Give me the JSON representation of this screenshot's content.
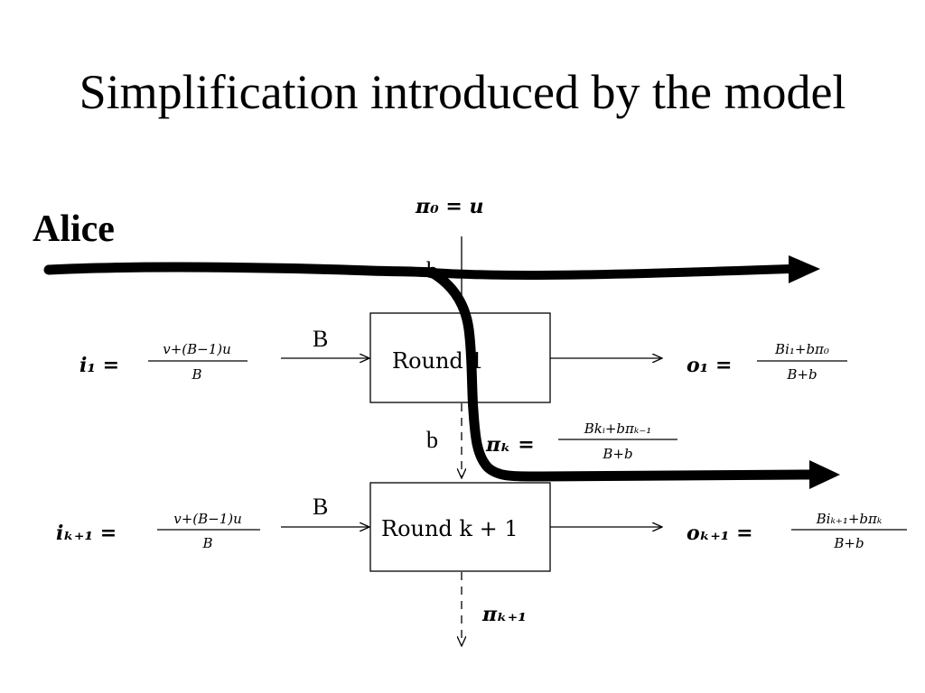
{
  "slide": {
    "title": "Simplification introduced by the model",
    "alice_label": "Alice"
  },
  "diagram": {
    "pi0": "π₀ = u",
    "round1": {
      "box_label": "Round 1",
      "input_label": "i₁ =",
      "input_num": "v+(B−1)u",
      "input_den": "B",
      "input_edge": "B",
      "output_label": "o₁ =",
      "output_num": "Bi₁+bπ₀",
      "output_den": "B+b",
      "top_edge": "b"
    },
    "middle": {
      "edge": "b",
      "pik_label": "πₖ =",
      "pik_num": "Bkᵢ+bπₖ₋₁",
      "pik_den": "B+b"
    },
    "roundk1": {
      "box_label": "Round k + 1",
      "input_label": "iₖ₊₁ =",
      "input_num": "v+(B−1)u",
      "input_den": "B",
      "input_edge": "B",
      "output_label": "oₖ₊₁ =",
      "output_num": "Biₖ₊₁+bπₖ",
      "output_den": "B+b"
    },
    "pik1": "πₖ₊₁"
  }
}
